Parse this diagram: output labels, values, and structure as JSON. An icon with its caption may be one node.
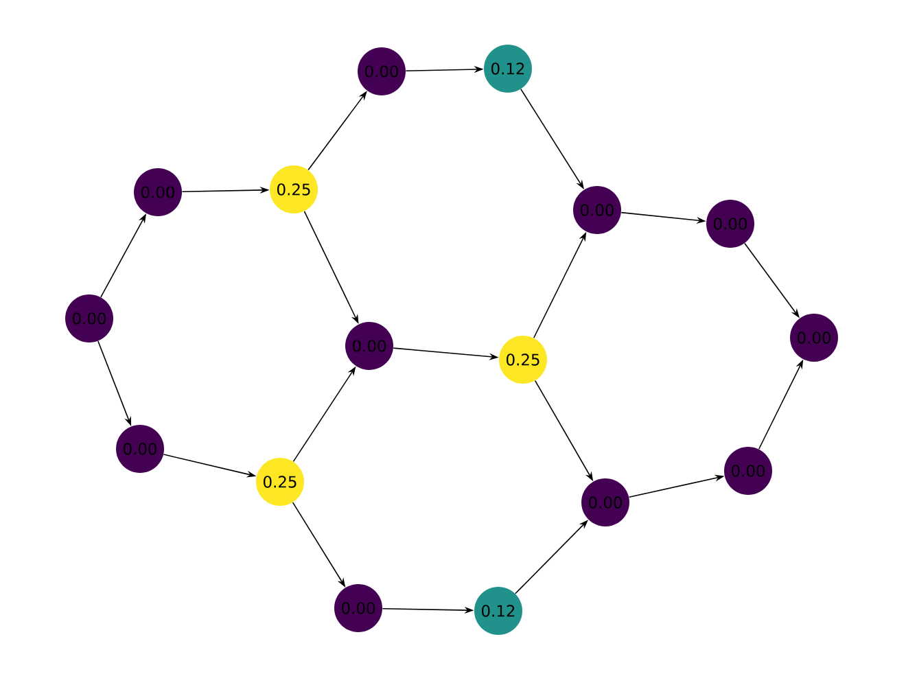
{
  "diagram": {
    "nodes": [
      {
        "text": [
          "0.00"
        ]
      },
      {
        "text": [
          "0.00"
        ]
      },
      {
        "text": [
          "0.00"
        ]
      },
      {
        "text": [
          "0.25"
        ]
      },
      {
        "text": [
          "0.25"
        ]
      },
      {
        "text": [
          "0.00"
        ]
      },
      {
        "text": [
          "0.12"
        ]
      },
      {
        "text": [
          "0.00"
        ]
      },
      {
        "text": [
          "0.25"
        ]
      },
      {
        "text": [
          "0.00"
        ]
      },
      {
        "text": [
          "0.12"
        ]
      },
      {
        "text": [
          "0.00"
        ]
      },
      {
        "text": [
          "0.00"
        ]
      },
      {
        "text": [
          "0.00"
        ]
      },
      {
        "text": [
          "0.00"
        ]
      },
      {
        "text": [
          "0.00"
        ]
      }
    ],
    "edges": [
      {
        "from": 0,
        "to": 1,
        "arrow": "to"
      },
      {
        "from": 0,
        "to": 2,
        "arrow": "to"
      },
      {
        "from": 1,
        "to": 3,
        "arrow": "to"
      },
      {
        "from": 2,
        "to": 4,
        "arrow": "to"
      },
      {
        "from": 3,
        "to": 5,
        "arrow": "to"
      },
      {
        "from": 3,
        "to": 7,
        "arrow": "to"
      },
      {
        "from": 5,
        "to": 6,
        "arrow": "to"
      },
      {
        "from": 6,
        "to": 11,
        "arrow": "to"
      },
      {
        "from": 4,
        "to": 7,
        "arrow": "to"
      },
      {
        "from": 4,
        "to": 9,
        "arrow": "to"
      },
      {
        "from": 7,
        "to": 8,
        "arrow": "to"
      },
      {
        "from": 8,
        "to": 11,
        "arrow": "to"
      },
      {
        "from": 8,
        "to": 13,
        "arrow": "to"
      },
      {
        "from": 9,
        "to": 10,
        "arrow": "to"
      },
      {
        "from": 10,
        "to": 13,
        "arrow": "to"
      },
      {
        "from": 11,
        "to": 12,
        "arrow": "to"
      },
      {
        "from": 12,
        "to": 15,
        "arrow": "to"
      },
      {
        "from": 13,
        "to": 14,
        "arrow": "to"
      },
      {
        "from": 14,
        "to": 15,
        "arrow": "to"
      }
    ]
  }
}
